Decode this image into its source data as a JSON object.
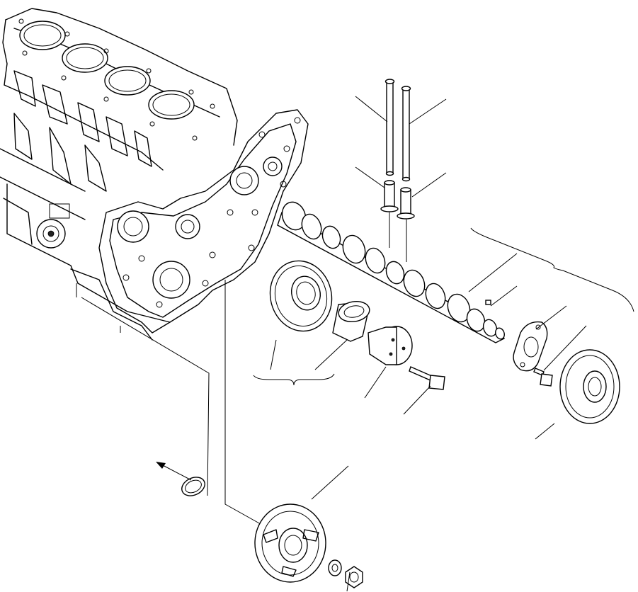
{
  "diagram": {
    "type": "exploded-parts-view",
    "background": "#ffffff",
    "line_color": "#000000",
    "parts": [
      "engine-block",
      "push-rod",
      "push-rod",
      "tappet",
      "tappet",
      "camshaft",
      "woodruff-key",
      "idler-gear",
      "idler-bushing",
      "idler-shaft",
      "idler-bolt",
      "thrust-plate",
      "thrust-plate-bolt",
      "camshaft-gear",
      "o-ring",
      "drive-gear",
      "washer",
      "nut"
    ],
    "labels_printed": false
  }
}
